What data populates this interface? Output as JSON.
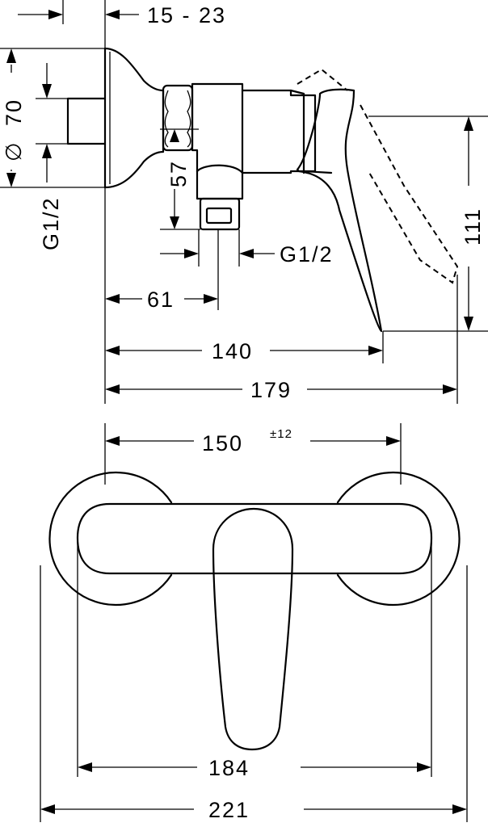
{
  "side_view": {
    "dim_15_23": "15 - 23",
    "dim_70": "70",
    "dim_diameter": "∅",
    "dim_g12_left": "G1/2",
    "dim_57": "57",
    "dim_g12_bottom": "G1/2",
    "dim_61": "61",
    "dim_111": "111",
    "dim_140": "140",
    "dim_179": "179"
  },
  "top_view": {
    "dim_150": "150",
    "dim_150_tol": "±12",
    "dim_184": "184",
    "dim_221": "221"
  }
}
